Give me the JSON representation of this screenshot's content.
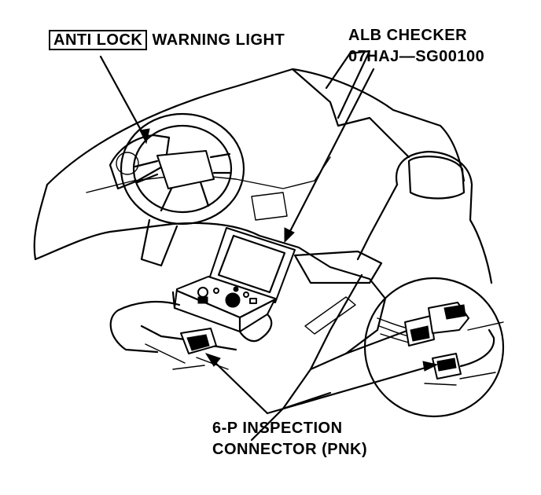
{
  "labels": {
    "anti_lock": "ANTI LOCK",
    "warning_light": "WARNING LIGHT",
    "checker_line1": "ALB CHECKER",
    "checker_line2": "07HAJ—SG00100",
    "connector_line1": "6-P INSPECTION",
    "connector_line2": "CONNECTOR (PNK)"
  },
  "colors": {
    "ink": "#000000",
    "paper": "#ffffff"
  }
}
